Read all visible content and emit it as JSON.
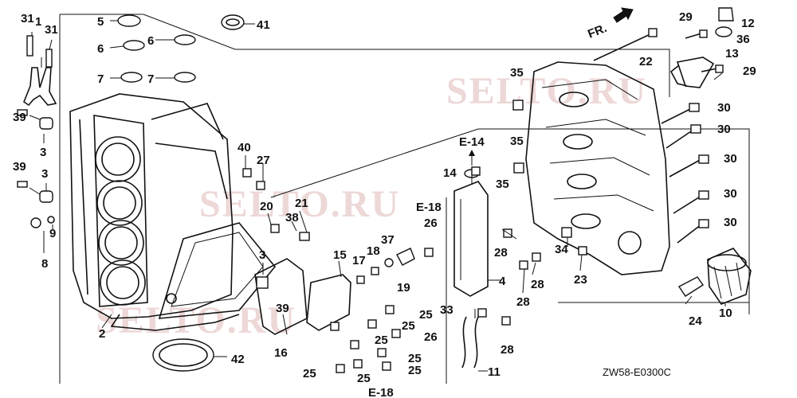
{
  "diagram_code": "ZW58-E0300C",
  "watermark": "SELTO.RU",
  "direction_marker": "FR.",
  "section_refs": [
    "E-14",
    "E-18",
    "E-18"
  ],
  "callouts": [
    "1",
    "2",
    "3",
    "3",
    "3",
    "4",
    "5",
    "6",
    "6",
    "7",
    "7",
    "8",
    "9",
    "10",
    "11",
    "12",
    "13",
    "14",
    "15",
    "16",
    "17",
    "18",
    "19",
    "20",
    "21",
    "22",
    "23",
    "24",
    "25",
    "25",
    "25",
    "25",
    "25",
    "25",
    "25",
    "26",
    "26",
    "27",
    "28",
    "28",
    "28",
    "28",
    "29",
    "29",
    "30",
    "30",
    "30",
    "30",
    "30",
    "31",
    "31",
    "33",
    "34",
    "35",
    "35",
    "35",
    "36",
    "37",
    "38",
    "39",
    "39",
    "39",
    "40",
    "41",
    "42"
  ]
}
